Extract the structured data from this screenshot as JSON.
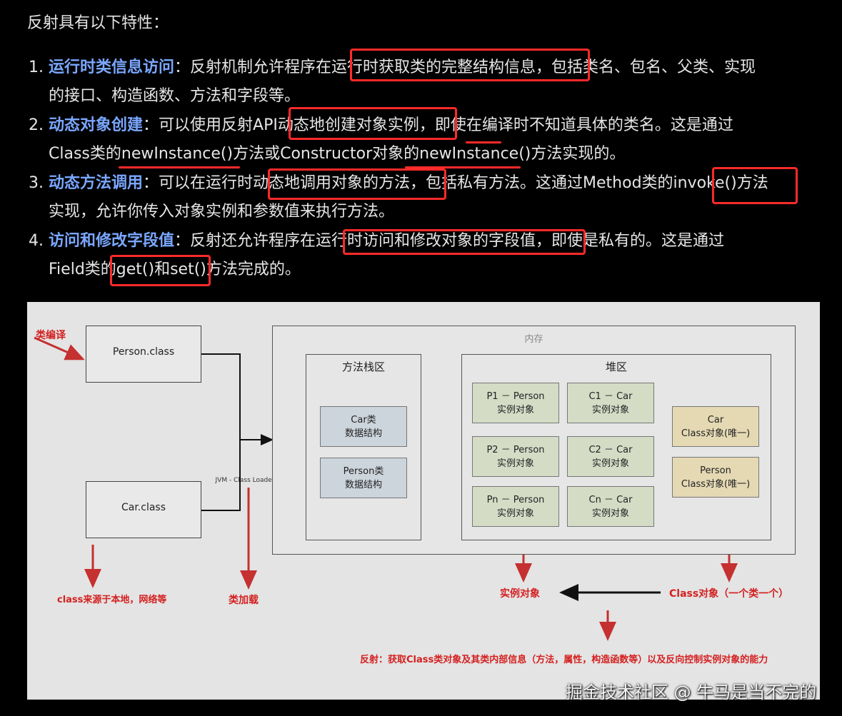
{
  "intro": "反射具有以下特性：",
  "items": [
    {
      "num": "1.",
      "term": "运行时类信息访问",
      "line1": "：反射机制允许程序在运行时获取类的完整结构信息，包括类名、包名、父类、实现",
      "line2": "的接口、构造函数、方法和字段等。"
    },
    {
      "num": "2.",
      "term": "动态对象创建",
      "line1": "：可以使用反射API动态地创建对象实例，即使在编译时不知道具体的类名。这是通过",
      "line2": "Class类的newInstance()方法或Constructor对象的newInstance()方法实现的。"
    },
    {
      "num": "3.",
      "term": "动态方法调用",
      "line1": "：可以在运行时动态地调用对象的方法，包括私有方法。这通过Method类的invoke()方法",
      "line2": "实现，允许你传入对象实例和参数值来执行方法。"
    },
    {
      "num": "4.",
      "term": "访问和修改字段值",
      "line1": "：反射还允许程序在运行时访问和修改对象的字段值，即使是私有的。这是通过",
      "line2": "Field类的get()和set()方法完成的。"
    }
  ],
  "diagram": {
    "class_compile": "类编译",
    "person_class": "Person.class",
    "car_class": "Car.class",
    "jvm_loader": "JVM - Class Loader",
    "memory": "内存",
    "method_area": "方法栈区",
    "heap": "堆区",
    "method_cells": [
      [
        "Car类",
        "数据结构"
      ],
      [
        "Person类",
        "数据结构"
      ]
    ],
    "heap_cells": [
      [
        "P1 － Person",
        "实例对象"
      ],
      [
        "C1 － Car",
        "实例对象"
      ],
      [
        "P2 － Person",
        "实例对象"
      ],
      [
        "C2 － Car",
        "实例对象"
      ],
      [
        "Pn － Person",
        "实例对象"
      ],
      [
        "Cn － Car",
        "实例对象"
      ]
    ],
    "class_objects": [
      [
        "Car",
        "Class对象(唯一)"
      ],
      [
        "Person",
        "Class对象(唯一)"
      ]
    ],
    "source_note": "class来源于本地，网络等",
    "class_load": "类加载",
    "instance_object": "实例对象",
    "class_object_note": "Class对象（一个类一个）",
    "reflection_summary": "反射：获取Class类对象及其类内部信息（方法，属性，构造函数等）以及反向控制实例对象的能力"
  },
  "watermark": "掘金技术社区 @ 牛马是当不完的"
}
